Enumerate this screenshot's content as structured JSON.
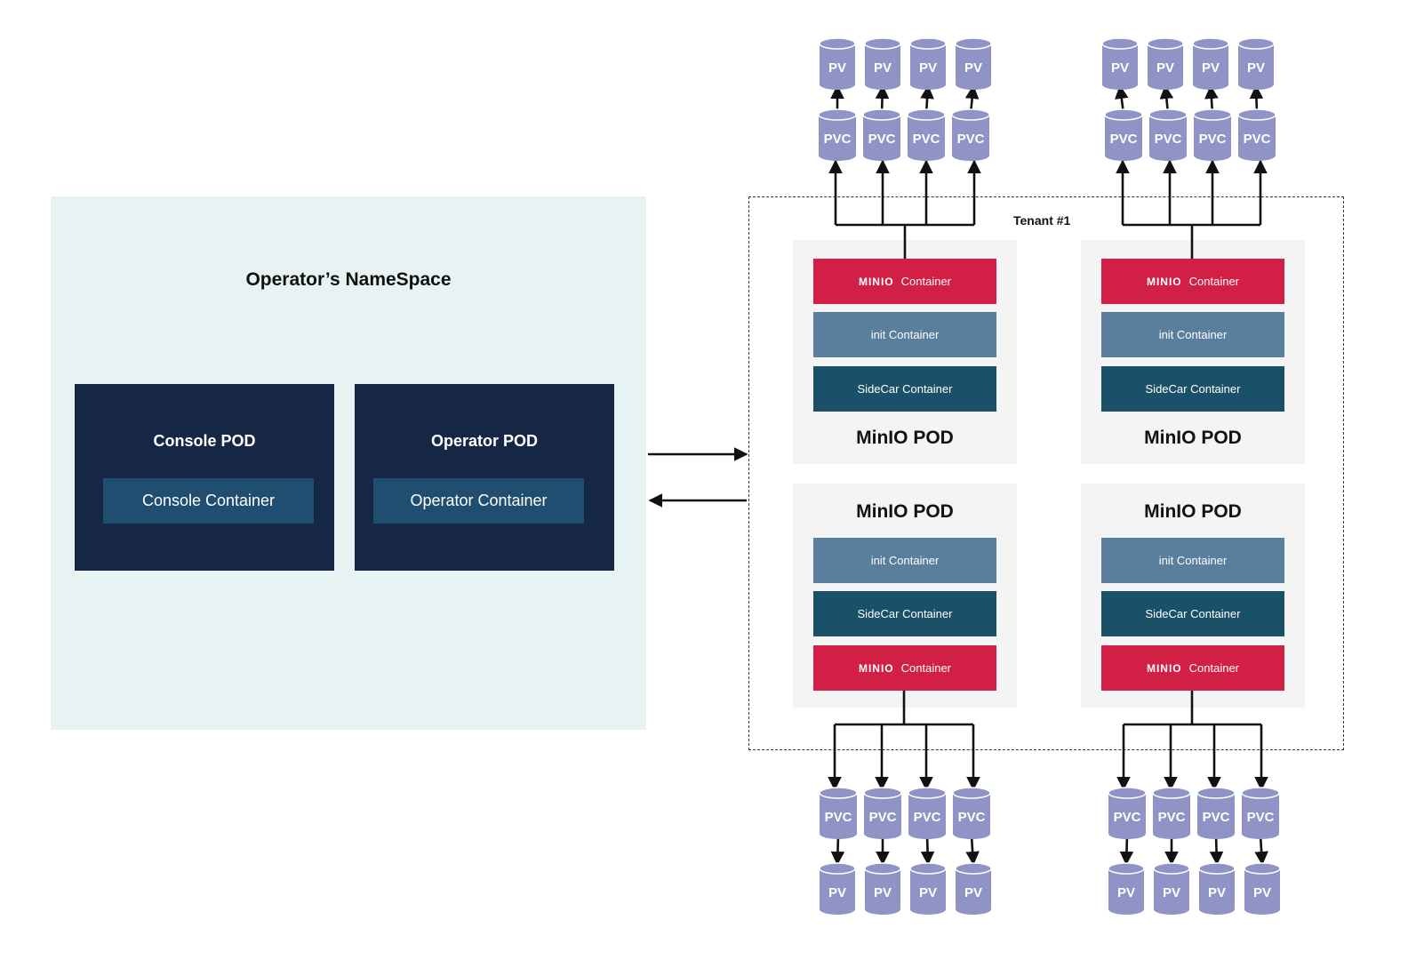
{
  "namespace": {
    "title": "Operator’s NameSpace",
    "console_pod": {
      "title": "Console POD",
      "container": "Console Container"
    },
    "operator_pod": {
      "title": "Operator POD",
      "container": "Operator Container"
    }
  },
  "tenant": {
    "label": "Tenant #1",
    "pods": [
      {
        "title": "MinIO POD",
        "minio_label": "Container",
        "init_label": "init Container",
        "sidecar_label": "SideCar Container"
      },
      {
        "title": "MinIO POD",
        "minio_label": "Container",
        "init_label": "init Container",
        "sidecar_label": "SideCar Container"
      },
      {
        "title": "MinIO POD",
        "minio_label": "Container",
        "init_label": "init Container",
        "sidecar_label": "SideCar Container"
      },
      {
        "title": "MinIO POD",
        "minio_label": "Container",
        "init_label": "init Container",
        "sidecar_label": "SideCar Container"
      }
    ],
    "minio_logo_text": "MINIO"
  },
  "storage": {
    "pv_label": "PV",
    "pvc_label": "PVC"
  },
  "colors": {
    "namespace_bg": "#e7f3f2",
    "pod_dark": "#152744",
    "pod_container": "#1f4e70",
    "minio_red": "#d21f45",
    "init_blue": "#5a7f9c",
    "sidecar_teal": "#1b5168",
    "cylinder": "#8f93c6"
  }
}
